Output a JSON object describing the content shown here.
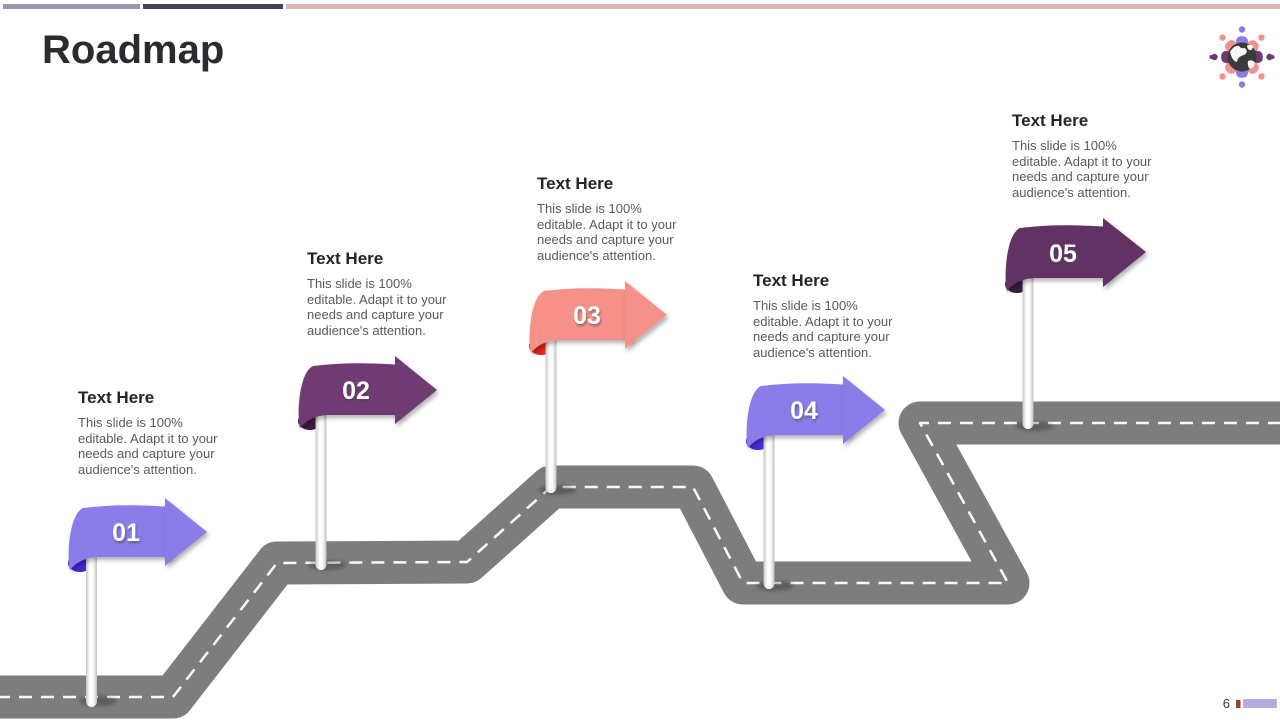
{
  "slide": {
    "title": "Roadmap"
  },
  "top_bar": {
    "segment1_color": "#9b93b6",
    "segment2_color": "#4c3f58",
    "segment3_color": "#dcb6b1"
  },
  "logo": {
    "globe_color": "#3a3a3a",
    "person_colors": [
      "#8b7ce8",
      "#f0938c",
      "#6d3a72",
      "#f0938c",
      "#8b7ce8",
      "#f0938c",
      "#6d3a72",
      "#f0938c"
    ]
  },
  "road": {
    "color": "#7d7d7d",
    "dash_color": "#fafafa"
  },
  "milestones": [
    {
      "number": "01",
      "heading": "Text Here",
      "description": "This slide is 100%\neditable. Adapt it to your\nneeds and capture your\naudience's attention.",
      "sign_color": "#8a7ce9",
      "curl_color": "#4526d8"
    },
    {
      "number": "02",
      "heading": "Text Here",
      "description": "This slide is 100%\neditable. Adapt it to your\nneeds and capture your\naudience's attention.",
      "sign_color": "#6f3b72",
      "curl_color": "#401c46"
    },
    {
      "number": "03",
      "heading": "Text Here",
      "description": "This slide is 100%\neditable. Adapt it to your\nneeds and capture your\naudience's attention.",
      "sign_color": "#f6918a",
      "curl_color": "#e7261b"
    },
    {
      "number": "04",
      "heading": "Text Here",
      "description": "This slide is 100%\neditable. Adapt it to your\nneeds and capture your\naudience's attention.",
      "sign_color": "#8a7ce9",
      "curl_color": "#4b2cdc"
    },
    {
      "number": "05",
      "heading": "Text Here",
      "description": "This slide is 100%\neditable. Adapt it to your\nneeds and capture your\naudience's attention.",
      "sign_color": "#643165",
      "curl_color": "#3c1b42"
    }
  ],
  "footer": {
    "page_number": "6",
    "accent_square_color": "#9e3a3a",
    "accent_bar_color": "#b5abdf"
  }
}
